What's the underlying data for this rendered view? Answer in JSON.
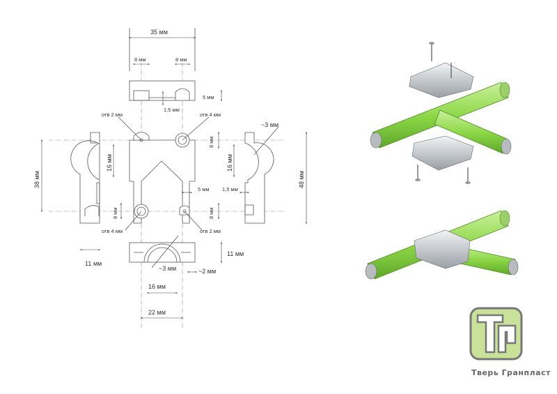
{
  "dimensions": {
    "width_35": "35 мм",
    "top_8_left": "8 мм",
    "top_8_right": "8 мм",
    "depth_5": "5 мм",
    "gap_1_5_top": "1,5 мм",
    "hole_2_top": "отв 2 мм",
    "hole_4_top": "отв 4 мм",
    "hole_4_bottom": "отв 4 мм",
    "hole_2_bottom": "отв 2 мм",
    "wall_3_right": "~3 мм",
    "height_38": "38 мм",
    "height_48": "48 мм",
    "pipe_16_left": "16 мм",
    "pipe_16_right": "16 мм",
    "offset_8_top": "8 мм",
    "offset_8_bl": "8 мм",
    "offset_8_br": "8 мм",
    "leg_5": "5 мм",
    "gap_1_5_side": "1,5 мм",
    "side_11": "11 мм",
    "bottom_11": "11 мм",
    "wall_3_bottom": "~3 мм",
    "gap_2": "~2 мм",
    "pipe_16_bottom": "16 мм",
    "width_22": "22 мм"
  },
  "brand": {
    "name": "Тверь Гранпласт",
    "logo_letters": "ТГ"
  },
  "colors": {
    "pipe": "#8fd94a",
    "fitting": "#c8ccd0",
    "logo": "#c8e29a"
  }
}
